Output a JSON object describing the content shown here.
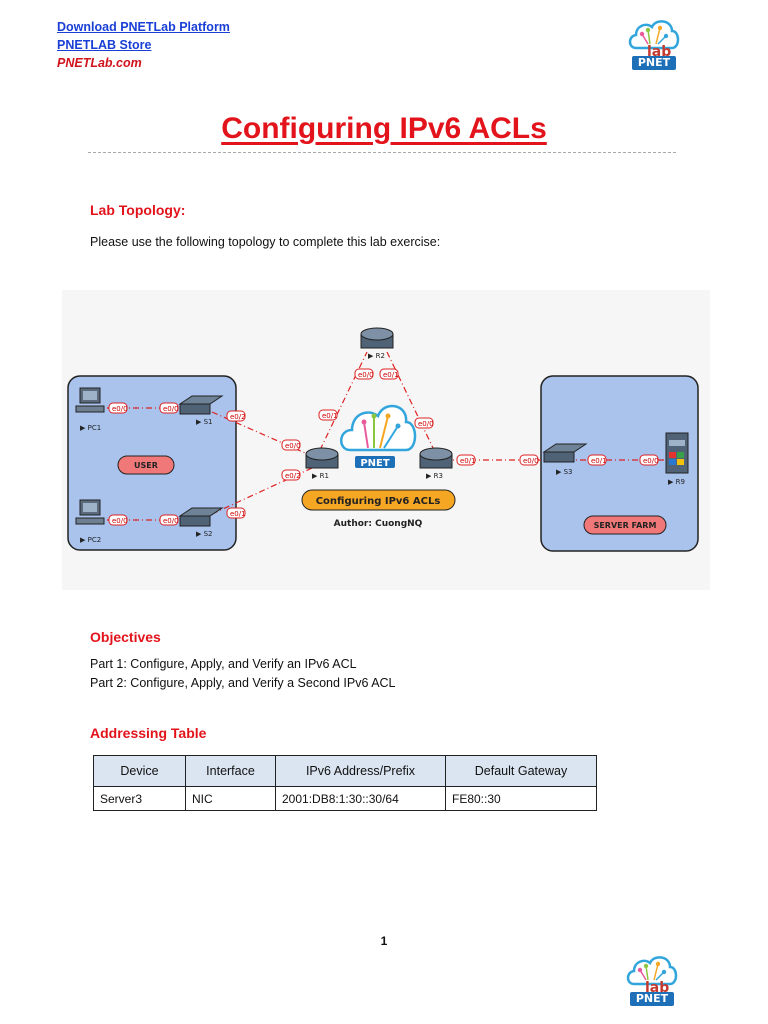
{
  "header": {
    "link_download": "Download PNETLab Platform",
    "link_store": "PNETLAB Store",
    "site": "PNETLab.com"
  },
  "logo": {
    "badge_text": "PNET",
    "lab_text": "lab"
  },
  "title": "Configuring IPv6 ACLs",
  "lab_topology": {
    "heading": "Lab Topology:",
    "intro": "Please use the following topology to complete this lab exercise:",
    "diagram": {
      "devices": [
        "PC1",
        "PC2",
        "S1",
        "S2",
        "R1",
        "R2",
        "R3",
        "S3",
        "R9"
      ],
      "zones": [
        "USER",
        "SERVER FARM"
      ],
      "lab_banner": "Configuring IPv6 ACLs",
      "author": "Author: CuongNQ",
      "interfaces": [
        "e0/0",
        "e0/1",
        "e0/2"
      ]
    }
  },
  "objectives": {
    "heading": "Objectives",
    "items": [
      "Part 1: Configure, Apply, and Verify an IPv6 ACL",
      "Part 2: Configure, Apply, and Verify a Second IPv6 ACL"
    ]
  },
  "addressing_table": {
    "heading": "Addressing Table",
    "columns": [
      "Device",
      "Interface",
      "IPv6 Address/Prefix",
      "Default Gateway"
    ],
    "rows": [
      [
        "Server3",
        "NIC",
        "2001:DB8:1:30::30/64",
        "FE80::30"
      ]
    ]
  },
  "page_number": "1"
}
